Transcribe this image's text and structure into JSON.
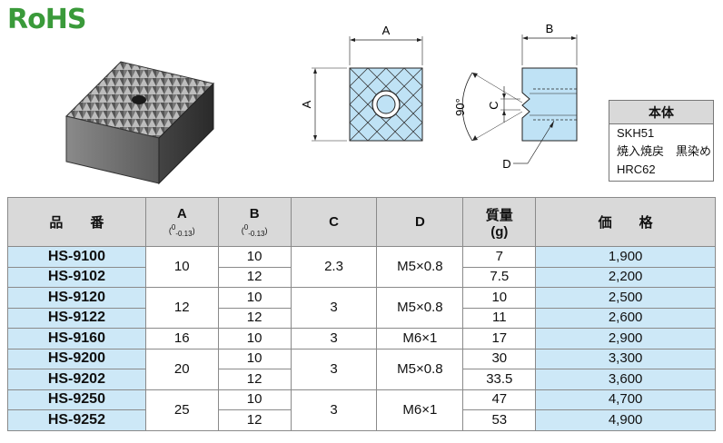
{
  "logo": {
    "text": "RoHS"
  },
  "drawing": {
    "front_width_label": "A",
    "front_height_label": "A",
    "side_width_label": "B",
    "angle_label": "90°",
    "c_label": "C",
    "d_label": "D"
  },
  "material": {
    "header": "本体",
    "lines": [
      "SKH51",
      "焼入焼戻　黒染め",
      "HRC62"
    ]
  },
  "table": {
    "headers": {
      "part": "品　　番",
      "a": "A",
      "a_tol": "( 0 / -0.13 )",
      "a_tol_upper": "0",
      "a_tol_lower": "-0.13",
      "b": "B",
      "b_tol_upper": "0",
      "b_tol_lower": "-0.13",
      "c": "C",
      "d": "D",
      "mass": "質量",
      "mass_unit": "(g)",
      "price": "価　　格"
    },
    "rows": [
      {
        "part": "HS-9100",
        "a": "10",
        "b": "10",
        "c": "2.3",
        "d": "M5×0.8",
        "mass": "7",
        "price": "1,900"
      },
      {
        "part": "HS-9102",
        "b": "12",
        "mass": "7.5",
        "price": "2,200"
      },
      {
        "part": "HS-9120",
        "a": "12",
        "b": "10",
        "c": "3",
        "d": "M5×0.8",
        "mass": "10",
        "price": "2,500"
      },
      {
        "part": "HS-9122",
        "b": "12",
        "mass": "11",
        "price": "2,600"
      },
      {
        "part": "HS-9160",
        "a": "16",
        "b": "10",
        "c": "3",
        "d": "M6×1",
        "mass": "17",
        "price": "2,900"
      },
      {
        "part": "HS-9200",
        "a": "20",
        "b": "10",
        "c": "3",
        "d": "M5×0.8",
        "mass": "30",
        "price": "3,300"
      },
      {
        "part": "HS-9202",
        "b": "12",
        "mass": "33.5",
        "price": "3,600"
      },
      {
        "part": "HS-9250",
        "a": "25",
        "b": "10",
        "c": "3",
        "d": "M6×1",
        "mass": "47",
        "price": "4,700"
      },
      {
        "part": "HS-9252",
        "b": "12",
        "mass": "53",
        "price": "4,900"
      }
    ]
  },
  "colors": {
    "logo_green": "#3a9a3a",
    "header_gray": "#d9d9d9",
    "highlight_blue": "#cde8f7"
  }
}
